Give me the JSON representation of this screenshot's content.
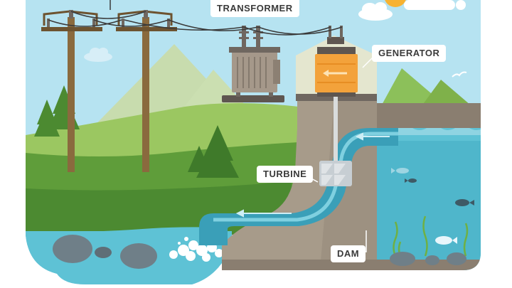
{
  "labels": {
    "transformer": "TRANSFORMER",
    "generator": "GENERATOR",
    "turbine": "TURBINE",
    "dam": "DAM"
  },
  "colors": {
    "sky": "#b6e3f1",
    "mountain": "#c8dcae",
    "hill_green": "#7fb14a",
    "grass": "#5f9d3a",
    "dam_concrete": "#a79b8a",
    "water": "#5ec2d5",
    "deep_water": "#3a9fb8",
    "generator_orange": "#f3a23b",
    "pole_brown": "#8a6a3e"
  },
  "icons": [
    "utility-pole-icon",
    "transformer-icon",
    "generator-icon",
    "turbine-icon",
    "fish-icon",
    "cloud-icon",
    "sun-icon",
    "bird-icon"
  ]
}
